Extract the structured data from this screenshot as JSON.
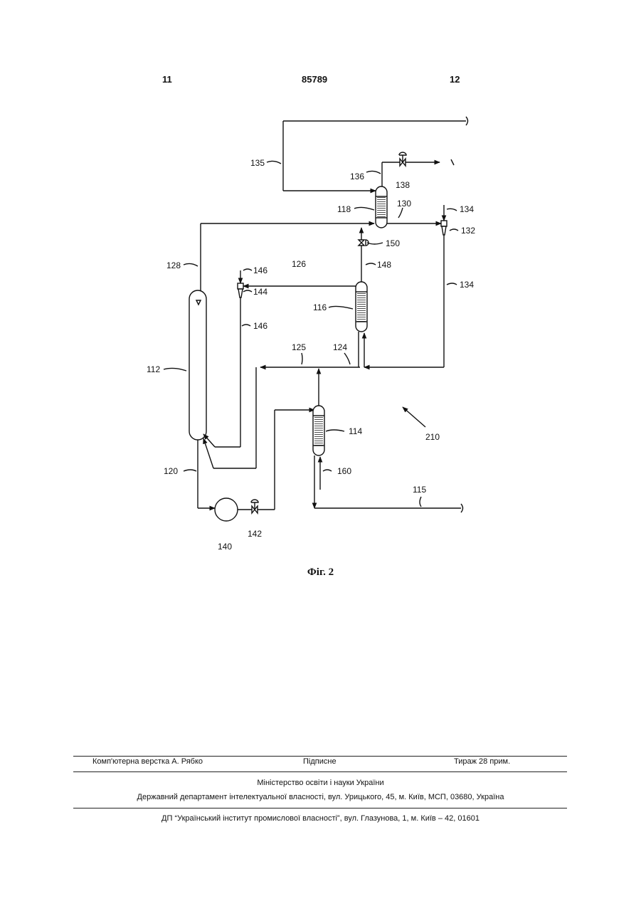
{
  "header": {
    "left_page": "11",
    "patent_number": "85789",
    "right_page": "12"
  },
  "diagram": {
    "labels": [
      "135",
      "136",
      "138",
      "134",
      "130",
      "118",
      "132",
      "150",
      "128",
      "146",
      "126",
      "148",
      "144",
      "116",
      "134",
      "146",
      "112",
      "125",
      "124",
      "114",
      "210",
      "160",
      "120",
      "115",
      "140",
      "142"
    ]
  },
  "figure_caption": "Фіг. 2",
  "footer": {
    "typesetting": "Комп'ютерна верстка А. Рябко",
    "signed": "Підписне",
    "circulation": "Тираж 28 прим.",
    "ministry": "Міністерство освіти і науки України",
    "department": "Державний департамент інтелектуальної власності, вул. Урицького, 45, м. Київ, МСП, 03680, Україна",
    "institute": "ДП “Український інститут промислової власності”, вул. Глазунова, 1, м. Київ – 42, 01601"
  }
}
